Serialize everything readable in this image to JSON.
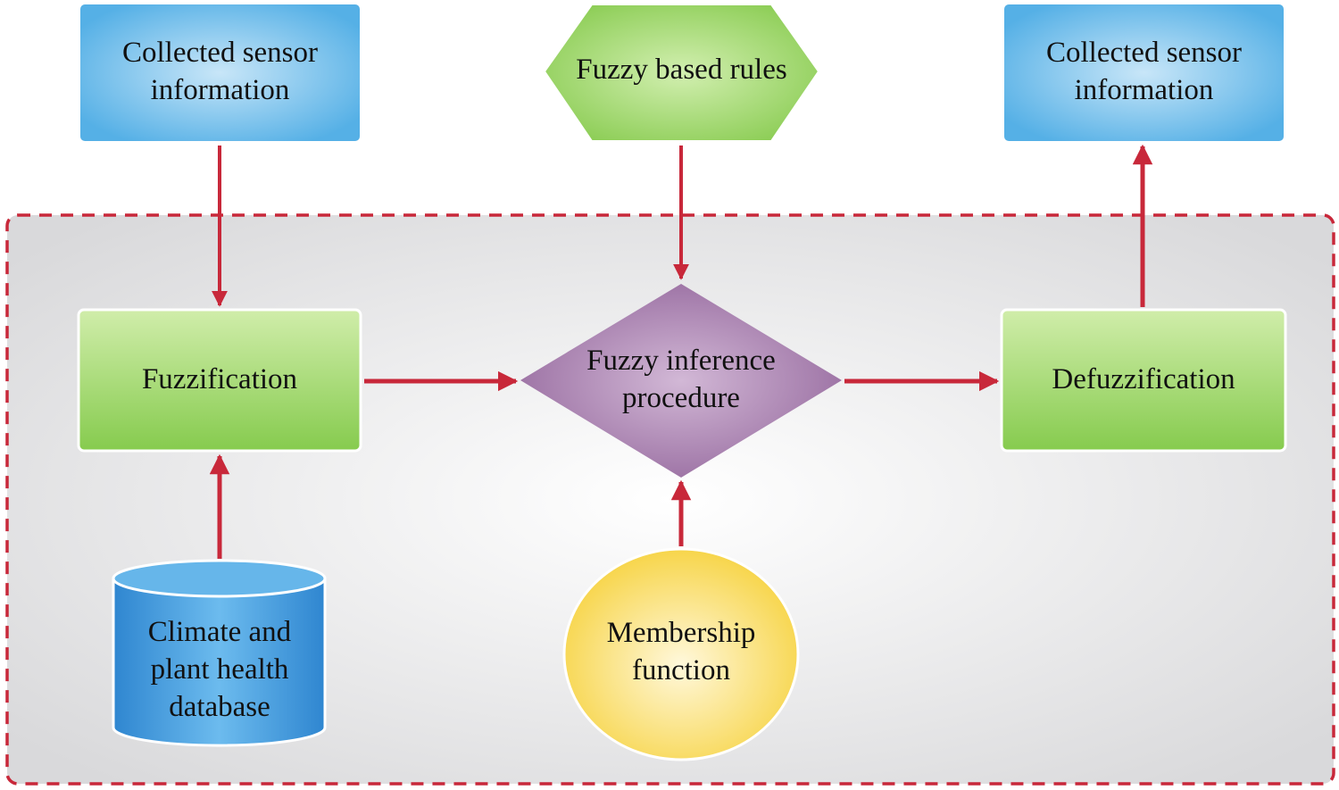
{
  "nodes": {
    "input_sensor": {
      "label": "Collected sensor information",
      "shape": "rectangle",
      "color": "#5ab4e8"
    },
    "fuzzy_rules": {
      "label": "Fuzzy based rules",
      "shape": "hexagon",
      "color": "#8ccd55"
    },
    "output_sensor": {
      "label": "Collected sensor information",
      "shape": "rectangle",
      "color": "#5ab4e8"
    },
    "fuzzification": {
      "label": "Fuzzification",
      "shape": "rectangle",
      "color": "#8ccd55"
    },
    "inference": {
      "label": "Fuzzy inference procedure",
      "shape": "diamond",
      "color": "#9c74a4"
    },
    "defuzzification": {
      "label": "Defuzzification",
      "shape": "rectangle",
      "color": "#8ccd55"
    },
    "database": {
      "label": "Climate and plant health database",
      "shape": "cylinder",
      "color": "#3a8fd6"
    },
    "membership": {
      "label": "Membership function",
      "shape": "ellipse",
      "color": "#f8d84a"
    }
  },
  "edges": [
    {
      "from": "input_sensor",
      "to": "fuzzification"
    },
    {
      "from": "fuzzy_rules",
      "to": "inference"
    },
    {
      "from": "fuzzification",
      "to": "inference"
    },
    {
      "from": "inference",
      "to": "defuzzification"
    },
    {
      "from": "defuzzification",
      "to": "output_sensor"
    },
    {
      "from": "database",
      "to": "fuzzification"
    },
    {
      "from": "membership",
      "to": "inference"
    }
  ],
  "colors": {
    "arrow": "#c8283a",
    "container_border": "#c8283a"
  }
}
